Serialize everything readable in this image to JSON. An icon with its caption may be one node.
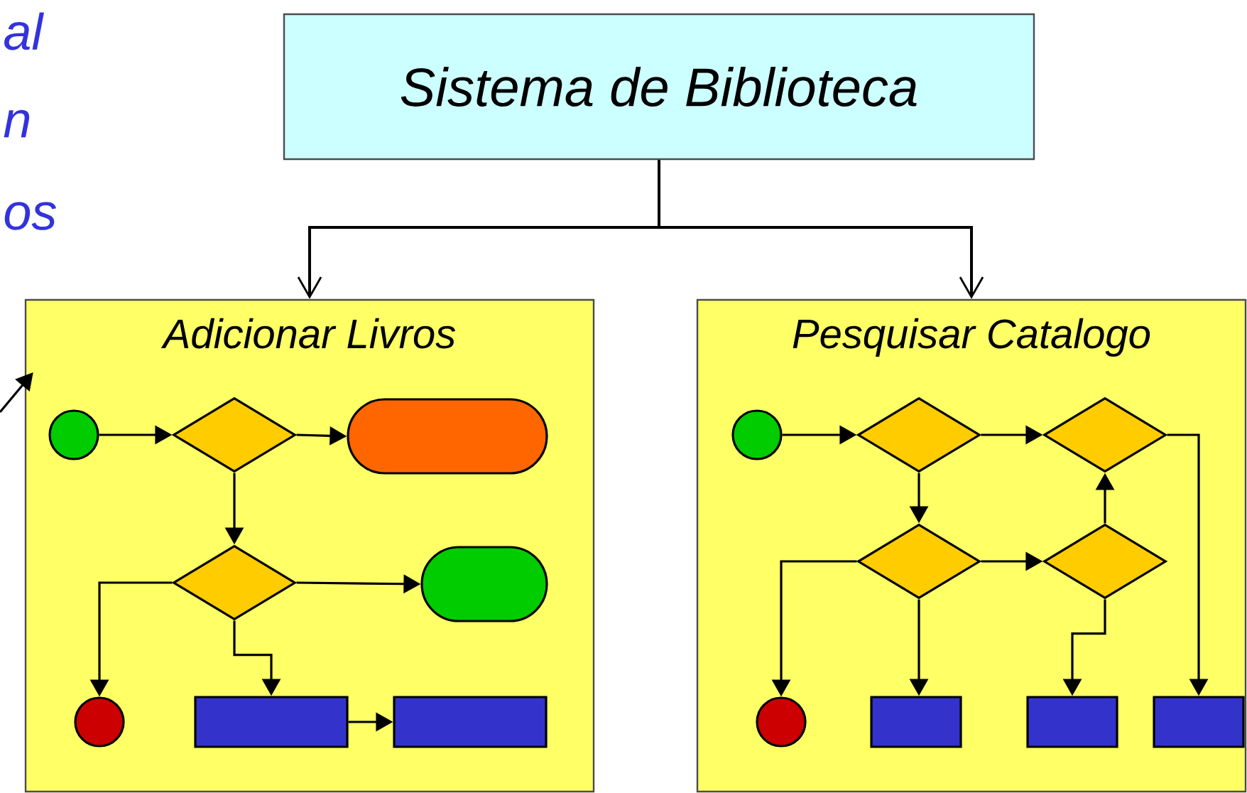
{
  "diagram": {
    "nodes": [
      {
        "text": [
          "Sistema de Biblioteca"
        ]
      },
      {
        "text": [
          "Adicionar Livros"
        ]
      },
      {
        "text": [
          "Pesquisar Catalogo"
        ]
      },
      {
        "text": [],
        "shape": "circle",
        "in": 1
      },
      {
        "text": [],
        "shape": "diamond",
        "in": 1
      },
      {
        "text": [],
        "shape": "box",
        "in": 1
      },
      {
        "text": [],
        "shape": "diamond",
        "in": 1
      },
      {
        "text": [],
        "shape": "box",
        "in": 1
      },
      {
        "text": [],
        "shape": "circle",
        "in": 1
      },
      {
        "text": [],
        "shape": "bar",
        "in": 1
      },
      {
        "text": [],
        "shape": "bar",
        "in": 1
      },
      {
        "text": [],
        "shape": "circle",
        "in": 2
      },
      {
        "text": [],
        "shape": "diamond",
        "in": 2
      },
      {
        "text": [],
        "shape": "diamond",
        "in": 2
      },
      {
        "text": [],
        "shape": "diamond",
        "in": 2
      },
      {
        "text": [],
        "shape": "diamond",
        "in": 2
      },
      {
        "text": [],
        "shape": "circle",
        "in": 2
      },
      {
        "text": [],
        "shape": "bar",
        "in": 2
      },
      {
        "text": [],
        "shape": "bar",
        "in": 2
      },
      {
        "text": [],
        "shape": "bar",
        "in": 2
      }
    ],
    "edges": [
      {
        "from": 0,
        "to": 1,
        "arrow": "to"
      },
      {
        "from": 0,
        "to": 2,
        "arrow": "to"
      },
      {
        "from": null,
        "to": 1,
        "arrow": "to"
      },
      {
        "from": 3,
        "to": 4,
        "arrow": "to"
      },
      {
        "from": 4,
        "to": 5,
        "arrow": "to"
      },
      {
        "from": 4,
        "to": 6,
        "arrow": "to"
      },
      {
        "from": 6,
        "to": 7,
        "arrow": "to"
      },
      {
        "from": 6,
        "to": 8,
        "arrow": "to"
      },
      {
        "from": 6,
        "to": 9,
        "arrow": "to"
      },
      {
        "from": 9,
        "to": 10,
        "arrow": "to"
      },
      {
        "from": 11,
        "to": 12,
        "arrow": "to"
      },
      {
        "from": 12,
        "to": 13,
        "arrow": "to"
      },
      {
        "from": 12,
        "to": 14,
        "arrow": "to"
      },
      {
        "from": 14,
        "to": 15,
        "arrow": "to"
      },
      {
        "from": 15,
        "to": 13,
        "arrow": "to"
      },
      {
        "from": 13,
        "to": 19,
        "arrow": "to"
      },
      {
        "from": 14,
        "to": 16,
        "arrow": "to"
      },
      {
        "from": 14,
        "to": 17,
        "arrow": "to"
      },
      {
        "from": 15,
        "to": 18,
        "arrow": "to"
      }
    ],
    "labels": [
      "al",
      "n",
      "os"
    ]
  }
}
